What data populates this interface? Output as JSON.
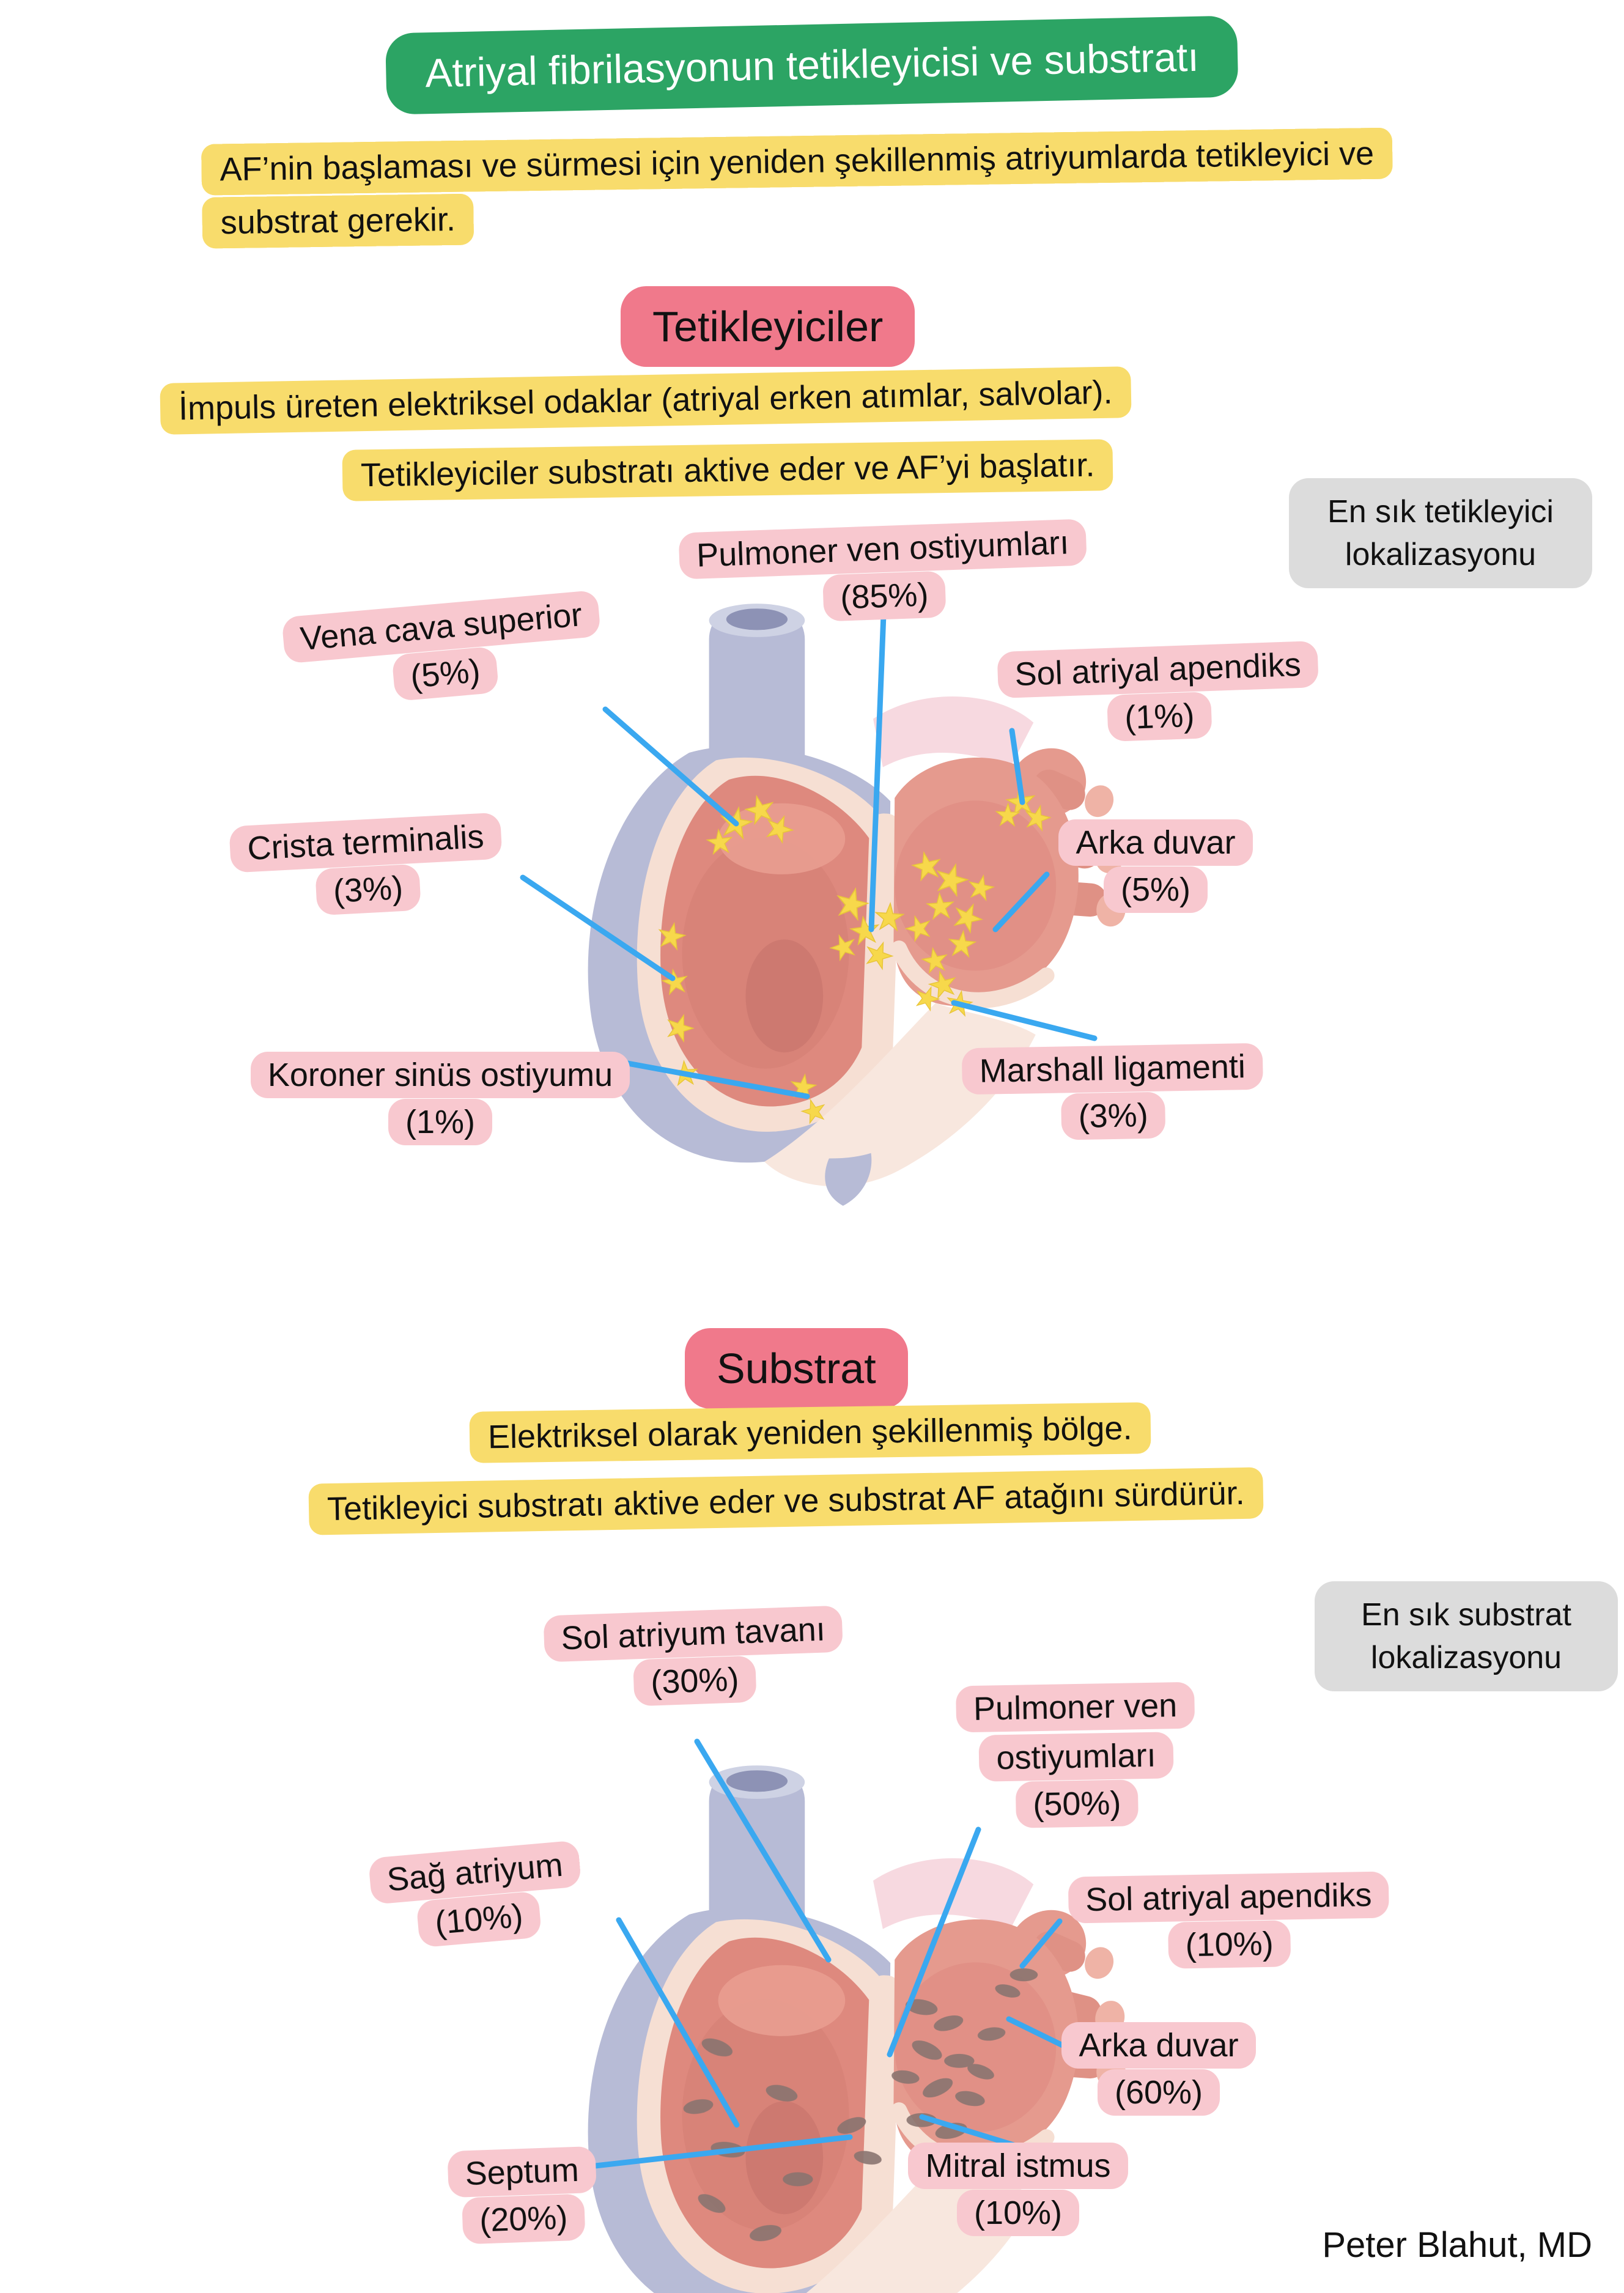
{
  "header": {
    "title": "Atriyal fibrilasyonun tetikleyicisi ve substratı",
    "intro": "AF’nin başlaması ve sürmesi için yeniden şekillenmiş atriyumlarda tetikleyici ve substrat gerekir."
  },
  "triggers": {
    "heading": "Tetikleyiciler",
    "desc1": "İmpuls üreten elektriksel odaklar (atriyal erken atımlar, salvolar).",
    "desc2": "Tetikleyiciler substratı aktive eder ve AF’yi başlatır.",
    "side_note": "En sık tetikleyici lokalizasyonu",
    "labels": [
      {
        "name": "Pulmoner ven ostiyumları",
        "pct": "(85%)"
      },
      {
        "name": "Vena cava superior",
        "pct": "(5%)"
      },
      {
        "name": "Sol atriyal apendiks",
        "pct": "(1%)"
      },
      {
        "name": "Crista terminalis",
        "pct": "(3%)"
      },
      {
        "name": "Arka duvar",
        "pct": "(5%)"
      },
      {
        "name": "Koroner sinüs ostiyumu",
        "pct": "(1%)"
      },
      {
        "name": "Marshall ligamenti",
        "pct": "(3%)"
      }
    ]
  },
  "substrate": {
    "heading": "Substrat",
    "desc1": "Elektriksel olarak yeniden şekillenmiş bölge.",
    "desc2": "Tetikleyici substratı aktive eder ve substrat AF atağını sürdürür.",
    "side_note": "En sık substrat lokalizasyonu",
    "labels": [
      {
        "name": "Sol atriyum tavanı",
        "pct": "(30%)"
      },
      {
        "name": "Pulmoner ven ostiyumları",
        "pct": "(50%)"
      },
      {
        "name": "Sağ atriyum",
        "pct": "(10%)"
      },
      {
        "name": "Sol atriyal apendiks",
        "pct": "(10%)"
      },
      {
        "name": "Arka duvar",
        "pct": "(60%)"
      },
      {
        "name": "Septum",
        "pct": "(20%)"
      },
      {
        "name": "Mitral istmus",
        "pct": "(10%)"
      }
    ]
  },
  "footer": {
    "credit": "Peter Blahut, MD"
  },
  "colors": {
    "title_green": "#2ca464",
    "highlight_yellow": "#f8dc6c",
    "section_pink": "#f0798b",
    "label_pink": "#f8c8cf",
    "note_gray": "#dcdcdc",
    "leader_blue": "#3aa8f0",
    "trigger_star_yellow": "#f7d84b",
    "substrate_patch_brown": "#8a7470"
  }
}
